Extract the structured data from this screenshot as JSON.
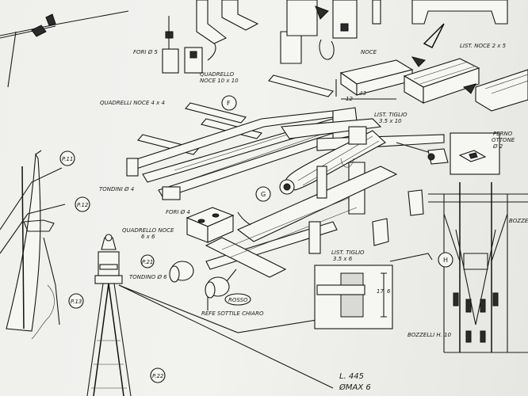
{
  "labels": {
    "fori5": "FORI Ø 5",
    "quadrello_noce": "QUADRELLO",
    "quadrello_noce_2": "NOCE 10 x 10",
    "quadrelli_noce": "QUADRELLI NOCE 4 x 4",
    "tondini": "TONDINI Ø 4",
    "fori4": "FORI Ø 4",
    "quadrello_noce6": "QUADRELLO NOCE",
    "quadrello_noce6_2": "6 x 6",
    "tondino6": "TONDINO Ø 6",
    "rosso": "ROSSO",
    "refe": "REFE SOTTILE CHIARO",
    "noce": "NOCE",
    "dim43": "43",
    "dim12": "12",
    "list_noce": "LIST. NOCE 2 x 5",
    "list_tiglio_top": "LIST. TIGLIO",
    "list_tiglio_top_2": "3.5 x 10",
    "perno": "PERNO",
    "perno_2": "OTTONE",
    "perno_3": "Ø 2",
    "list_tiglio_mid": "LIST. TIGLIO",
    "list_tiglio_mid_2": "3.5 x 6",
    "dim17": "17",
    "dim6": "6",
    "bozzelli": "BOZZELLI H. 10",
    "bozze": "BOZZE",
    "l445": "L. 445",
    "omax": "ØMAX 6"
  },
  "callouts": {
    "F": "F",
    "G": "G",
    "H": "H",
    "P11": "P.11",
    "P12": "P.12",
    "P13": "P.13",
    "P21": "P.21",
    "P22": "P.22"
  }
}
